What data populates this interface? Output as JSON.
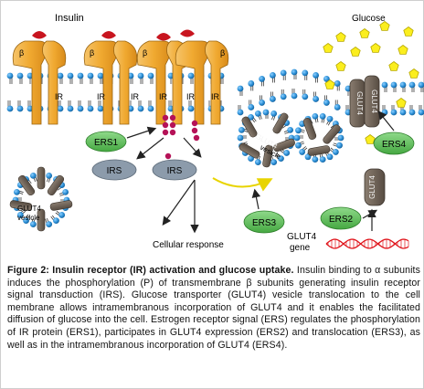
{
  "labels": {
    "insulin": "Insulin",
    "glucose": "Glucose",
    "beta": "β",
    "ir": "IR",
    "ers1": "ERS1",
    "ers2": "ERS2",
    "ers3": "ERS3",
    "ers4": "ERS4",
    "irs": "IRS",
    "glut4": "GLUT4",
    "glut4_vesicle_left": "GLUT4",
    "vesicle_left": "vesicle",
    "glut4_vesicle_mid": "GLUT4",
    "vesicle_mid": "vesicle",
    "cellular_response": "Cellular response",
    "glut4_gene_line1": "GLUT4",
    "glut4_gene_line2": "gene"
  },
  "caption": {
    "heading": "Figure 2: Insulin receptor (IR) activation and glucose uptake.",
    "body": "Insulin binding to α subunits induces the phosphorylation (P) of transmembrane β subunits generating insulin receptor signal transduction (IRS). Glucose transporter (GLUT4) vesicle translocation to the cell membrane allows intramembranous incorporation of GLUT4 and it enables the facilitated diffusion of glucose into the cell. Estrogen receptor signal (ERS) regulates the phosphorylation of IR protein (ERS1), participates in GLUT4 expression (ERS2) and translocation (ERS3), as well as in the intramembranous incorporation of GLUT4 (ERS4)."
  },
  "colors": {
    "receptor": "#f0a930",
    "receptor_outline": "#9a6512",
    "insulin": "#c8151f",
    "phospho": "#b51257",
    "ers_green": "#5cbb57",
    "irs_gray": "#8c9bab",
    "glut4_brown": "#6e6257",
    "lipid_blue": "#2b8fd6",
    "glucose_yellow": "#fbee1e",
    "dna_red": "#e0141b"
  }
}
